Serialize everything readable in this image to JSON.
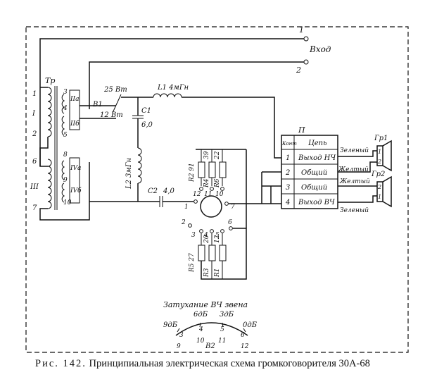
{
  "diagram": {
    "input": {
      "terminal_1": "1",
      "terminal_2": "2",
      "label": "Вход"
    },
    "transformer": {
      "name": "Тр",
      "primary_pins": [
        "1",
        "I",
        "2",
        "6",
        "III",
        "7"
      ],
      "secondary_pins": [
        "3",
        "4",
        "5",
        "8",
        "9",
        "10"
      ],
      "windings": [
        "IIа",
        "IIб",
        "IVа",
        "IVб"
      ]
    },
    "switch_b1": {
      "name": "В1",
      "pos_25w": "25 Вт",
      "pos_12w": "12 Вт"
    },
    "L1": "L1 4мГн",
    "C1": {
      "name": "С1",
      "value": "6,0"
    },
    "L2": "L2 3мГн",
    "C2": {
      "name": "С2",
      "value": "4,0"
    },
    "upper_resistors": [
      "R2 91",
      "R4",
      "39",
      "R6",
      "22"
    ],
    "upper_contacts": [
      "12",
      "11",
      "10"
    ],
    "rotor_contacts": [
      "1",
      "7"
    ],
    "lower_resistors": [
      "R5 27",
      "R3",
      "20",
      "R1",
      "12"
    ],
    "lower_contacts": [
      "2",
      "3",
      "4",
      "5",
      "6"
    ],
    "panel": {
      "name": "П",
      "header_contact": "Конт",
      "header_circuit": "Цепь",
      "rows": [
        {
          "num": "1",
          "name": "Выход НЧ"
        },
        {
          "num": "2",
          "name": "Общий"
        },
        {
          "num": "3",
          "name": "Общий"
        },
        {
          "num": "4",
          "name": "Выход ВЧ"
        }
      ]
    },
    "wires": {
      "green_top": "Зеленый",
      "yellow_1": "Желтый",
      "yellow_2": "Желтый",
      "green_bottom": "Зеленый"
    },
    "speakers": {
      "gr1": {
        "name": "Гр1",
        "pins": [
          "1",
          "2"
        ]
      },
      "gr2": {
        "name": "Гр2",
        "pins": [
          "2",
          "1"
        ]
      }
    },
    "attenuation": {
      "title": "Затухание ВЧ звена",
      "db_labels": [
        "9дБ",
        "6дБ",
        "3дБ",
        "0дБ"
      ],
      "pins_top": [
        "3",
        "4",
        "5",
        "6"
      ],
      "pins_bottom": [
        "9",
        "10",
        "11",
        "12"
      ],
      "switch": "В2"
    }
  },
  "caption": {
    "lead": "Рис. 142.",
    "text": " Принципиальная электрическая схема громкоговорителя 30А-68"
  }
}
